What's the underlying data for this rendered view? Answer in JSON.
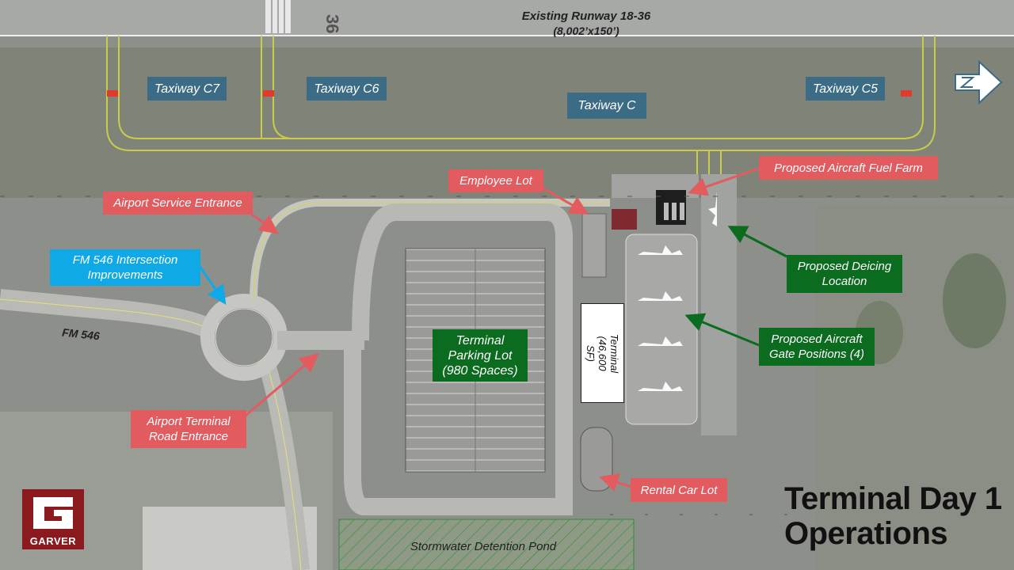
{
  "runway": {
    "name": "Existing Runway 18-36",
    "dimensions": "(8,002’x150’)",
    "threshold_number": "36"
  },
  "taxiways": {
    "c7": "Taxiway C7",
    "c6": "Taxiway C6",
    "c": "Taxiway C",
    "c5": "Taxiway C5"
  },
  "labels": {
    "airport_service_entrance": "Airport Service Entrance",
    "fm546_intersection": "FM 546 Intersection Improvements",
    "fm546_road": "FM 546",
    "employee_lot": "Employee Lot",
    "fuel_farm": "Proposed Aircraft Fuel Farm",
    "deicing": "Proposed Deicing Location",
    "gate_positions": "Proposed Aircraft Gate Positions (4)",
    "terminal_parking": "Terminal Parking Lot (980 Spaces)",
    "terminal_building": "Terminal (46,600 SF)",
    "terminal_road_entrance": "Airport Terminal Road Entrance",
    "rental_car_lot": "Rental Car Lot",
    "stormwater_pond": "Stormwater Detention Pond"
  },
  "title": "Terminal Day 1 Operations",
  "logo": {
    "text": "GARVER",
    "color": "#8b1a1e"
  },
  "colors": {
    "callout_red": "#e25b5f",
    "taxiway_blue": "#3c6b86",
    "callout_cyan": "#10a9e8",
    "callout_green": "#0b6b1f"
  },
  "icons": {
    "north_arrow": "north-arrow-icon"
  }
}
